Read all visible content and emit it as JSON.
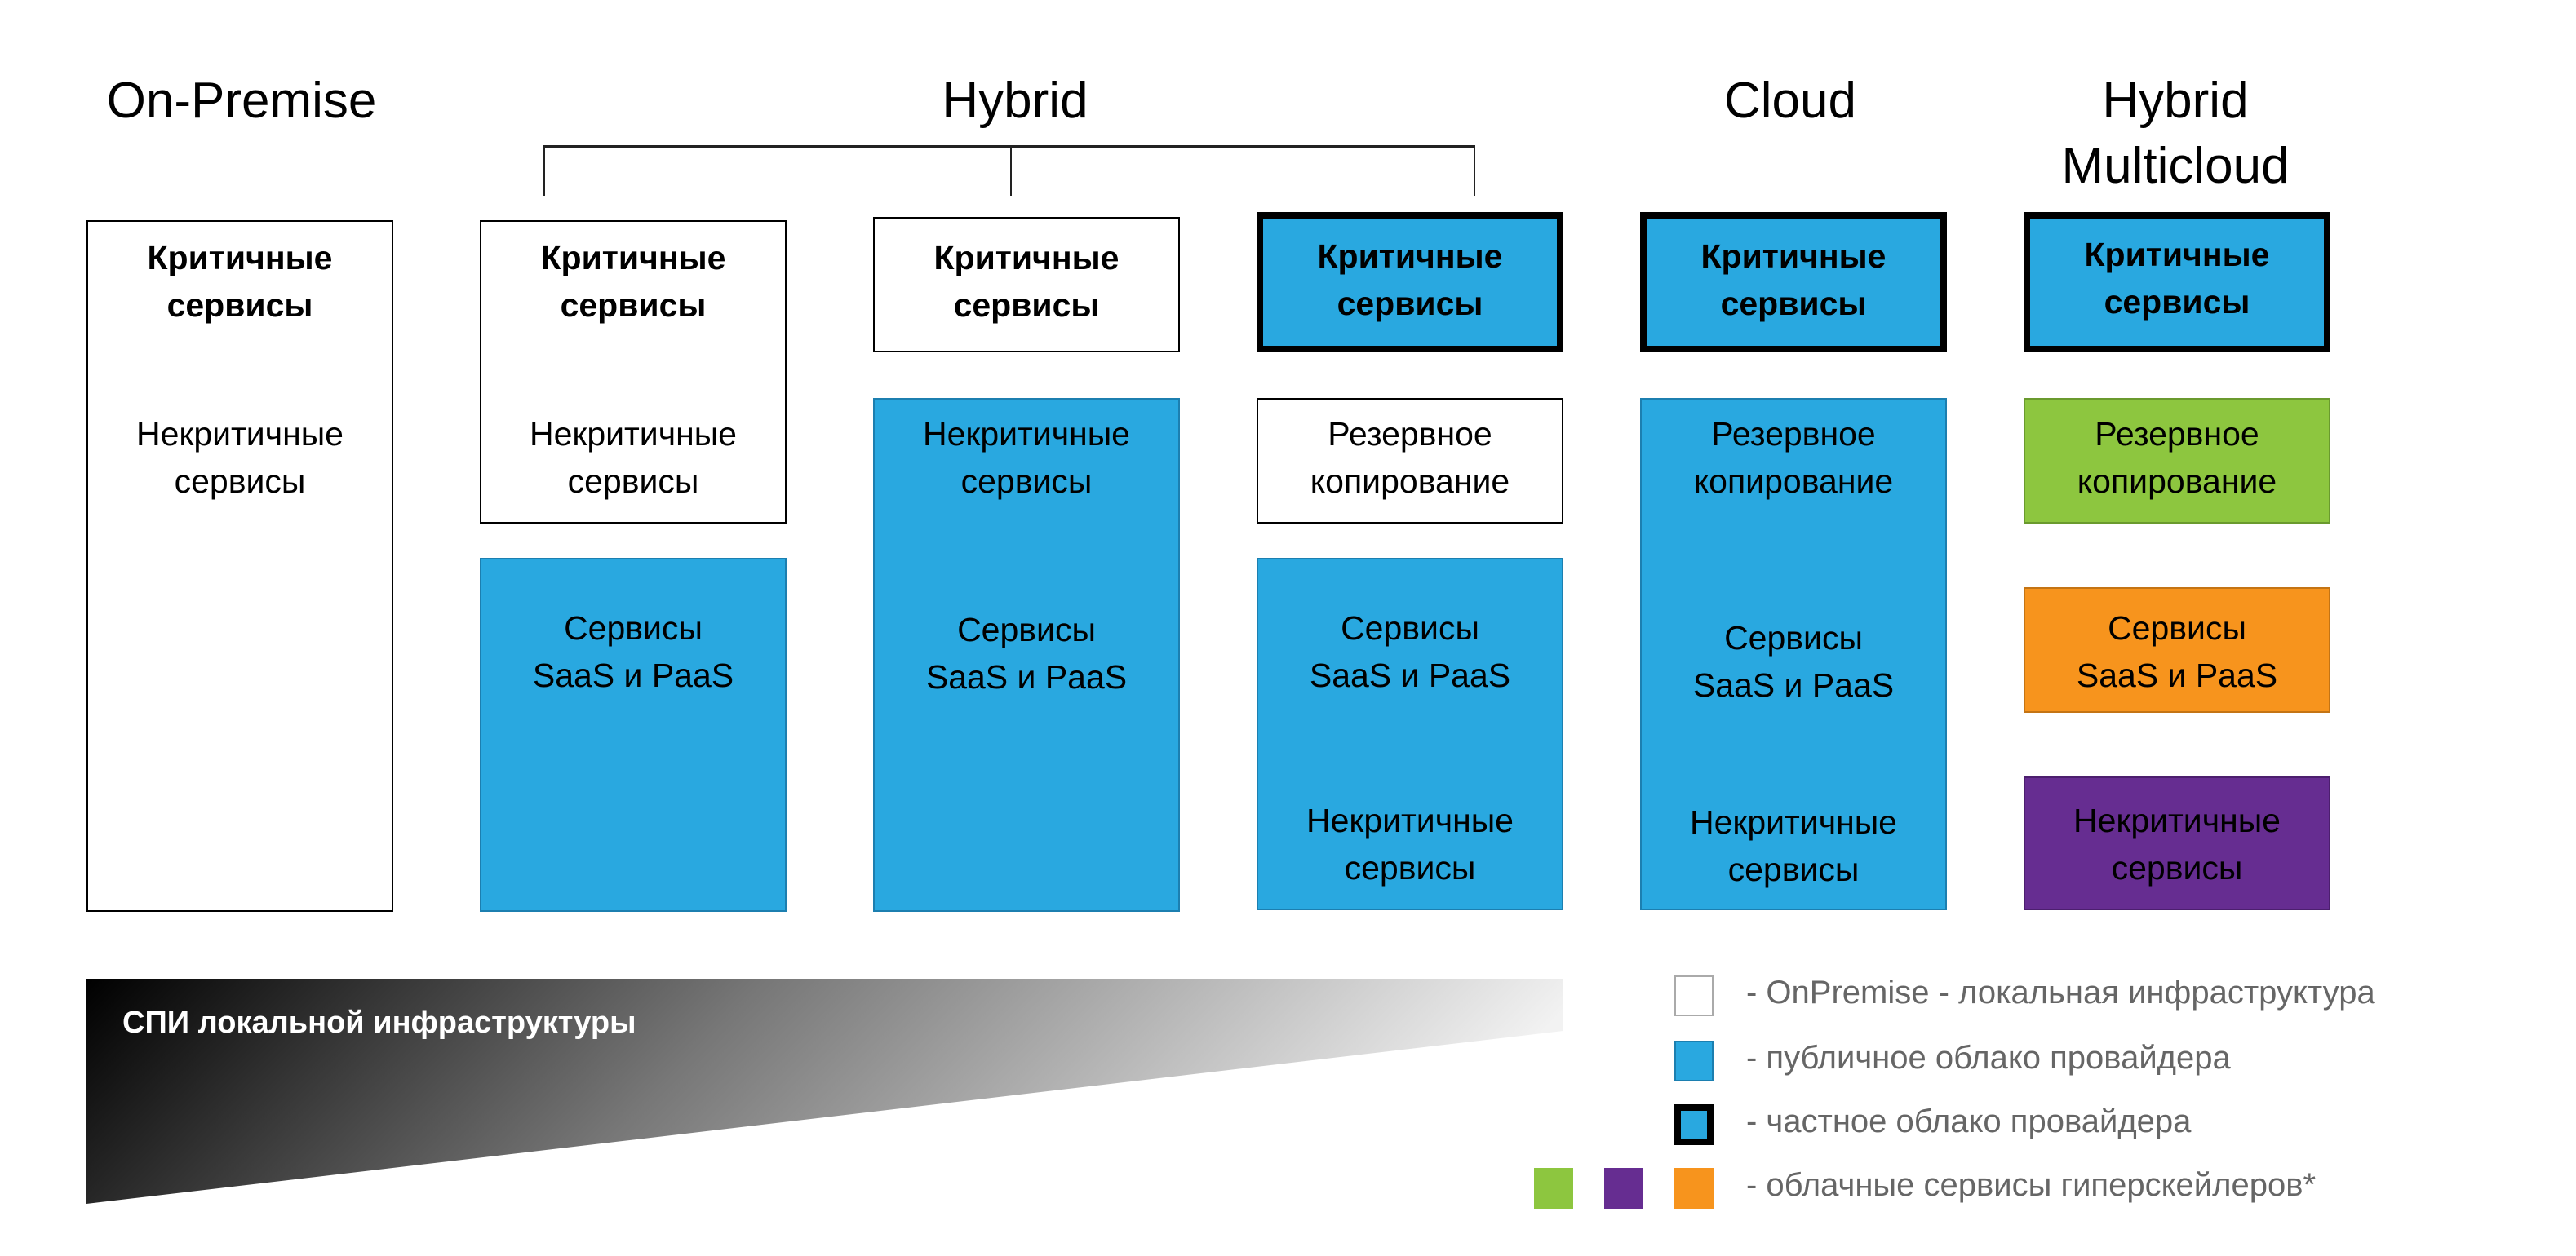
{
  "titles": {
    "on_premise": "On-Premise",
    "hybrid": "Hybrid",
    "cloud": "Cloud",
    "hybrid_multicloud_1": "Hybrid",
    "hybrid_multicloud_2": "Multicloud"
  },
  "labels": {
    "critical": [
      "Критичные",
      "сервисы"
    ],
    "noncritical": [
      "Некритичные",
      "сервисы"
    ],
    "saas": [
      "Сервисы",
      "SaaS и PaaS"
    ],
    "backup": [
      "Резервное",
      "копирование"
    ]
  },
  "wedge_label": "СПИ локальной инфраструктуры",
  "legend": [
    {
      "text": "- OnPremise - локальная инфраструктура",
      "color": "#ffffff"
    },
    {
      "text": "- публичное облако провайдера",
      "color": "#29a8e0"
    },
    {
      "text": "- частное облако провайдера",
      "color": "#29a8e0"
    },
    {
      "text": "- облачные сервисы гиперскейлеров*",
      "colors": [
        "#8dc63f",
        "#662d91",
        "#f7941d"
      ]
    }
  ],
  "colors": {
    "public": "#29a8e0",
    "green": "#8dc63f",
    "orange": "#f7941d",
    "purple": "#662d91"
  }
}
